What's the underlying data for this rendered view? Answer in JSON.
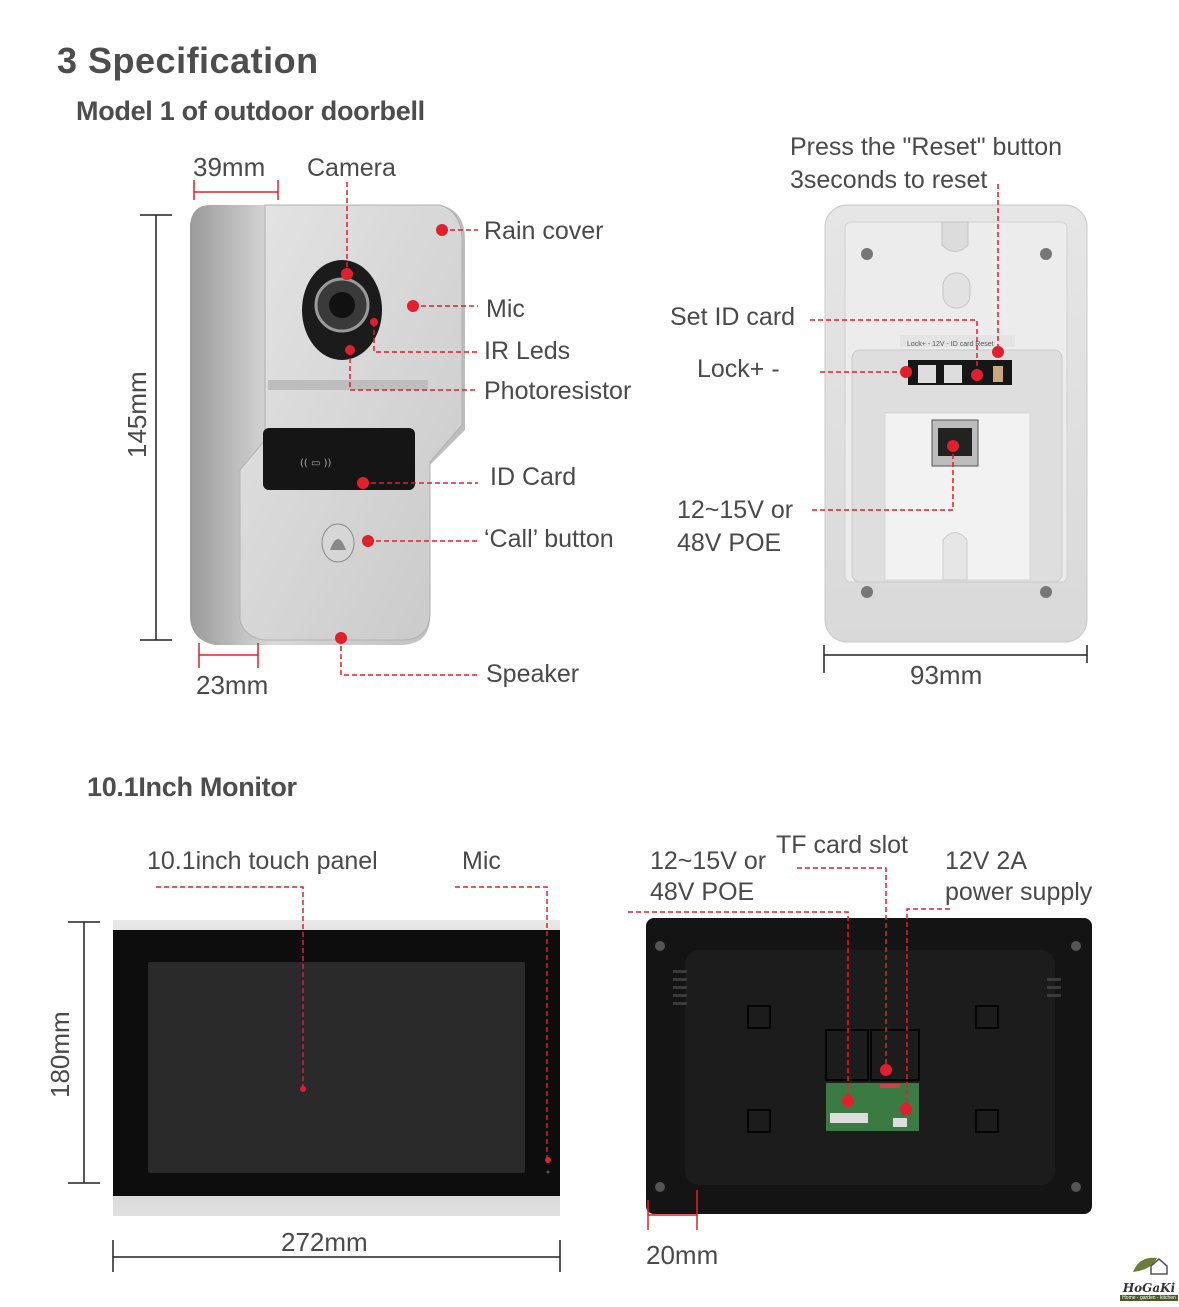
{
  "section_title": "3  Specification",
  "doorbell": {
    "heading": "Model 1 of outdoor doorbell",
    "front_labels": {
      "camera": "Camera",
      "rain_cover": "Rain cover",
      "mic": "Mic",
      "ir_leds": "IR Leds",
      "photoresistor": "Photoresistor",
      "id_card": "ID Card",
      "call_button": "‘Call’  button",
      "speaker": "Speaker"
    },
    "dimensions": {
      "width_top": "39mm",
      "height": "145mm",
      "depth_bottom": "23mm",
      "back_width": "93mm"
    },
    "back_labels": {
      "reset_line1": "Press the \"Reset\" button",
      "reset_line2": "3seconds to reset",
      "set_id_card": "Set ID card",
      "lock": "Lock+ -",
      "power_line1": "12~15V or",
      "power_line2": "48V POE"
    },
    "terminal_block_text": "Lock+ -   12V -   ID card  Reset"
  },
  "monitor": {
    "heading": "10.1Inch Monitor",
    "front_labels": {
      "touch_panel": "10.1inch touch panel",
      "mic": "Mic"
    },
    "dimensions": {
      "height": "180mm",
      "width": "272mm",
      "depth": "20mm"
    },
    "back_labels": {
      "power_line1": "12~15V or",
      "power_line2": "48V POE",
      "tf_card": "TF card slot",
      "psu_line1": "12V 2A",
      "psu_line2": "power supply"
    }
  },
  "logo": {
    "name": "HoGaKi",
    "tagline": "Home - garden - kitchen"
  },
  "colors": {
    "accent_red": "#e0202c",
    "text": "#4a4a4a",
    "dim_line": "#222222"
  }
}
